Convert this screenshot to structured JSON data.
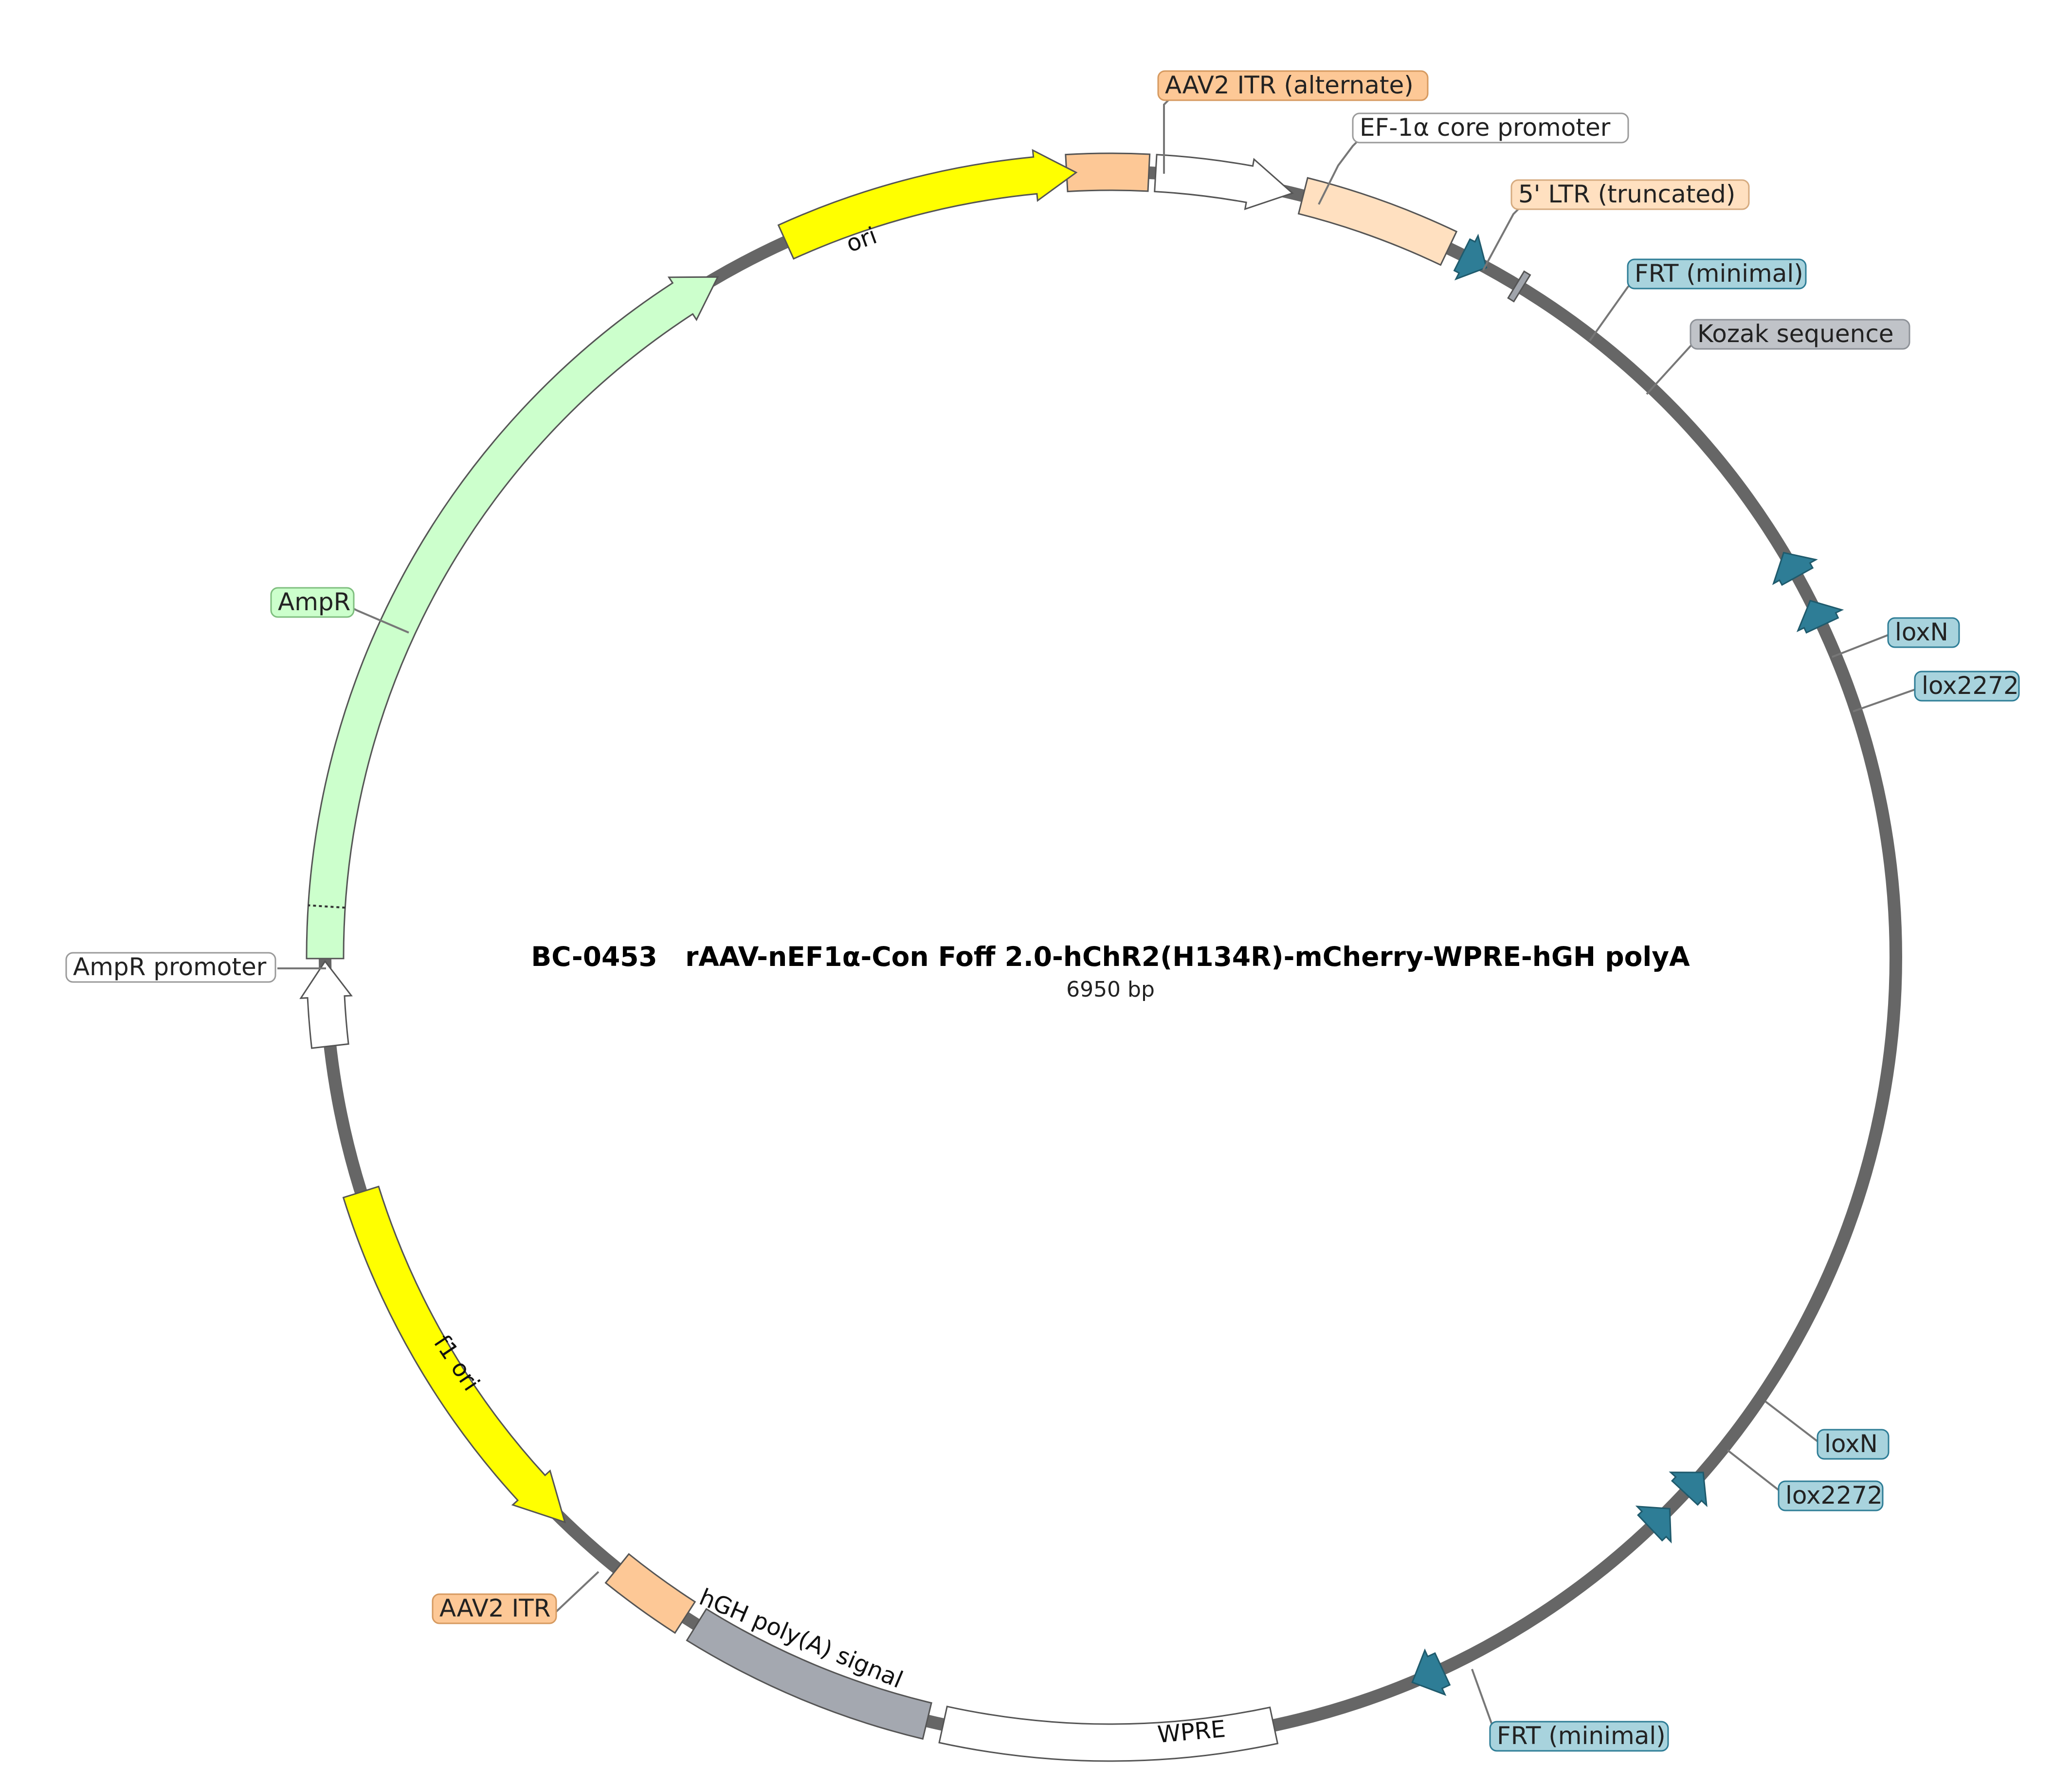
{
  "plasmid": {
    "name": "BC-0453   rAAV-nEF1α-Con Foff 2.0-hChR2(H134R)-mCherry-WPRE-hGH polyA",
    "length_label": "6950 bp"
  },
  "colors": {
    "backbone": "#666666",
    "itr": "#fdc896",
    "promoter": "#ffffff",
    "ltr": "#ffe0c0",
    "recomb": "#2e7d96",
    "recomb_label_bg": "#a8d3dd",
    "kozak": "#a0a4ab",
    "ori": "#ffff00",
    "ampr": "#ccffcc",
    "polyA": "#a4a8b0",
    "wpre": "#ffffff"
  },
  "features": [
    {
      "name": "AAV2 ITR (alternate)",
      "kind": "ITR",
      "color": "#fdc896",
      "direction": "none"
    },
    {
      "name": "EF-1α core promoter",
      "kind": "promoter",
      "color": "#ffffff",
      "direction": "forward"
    },
    {
      "name": "5' LTR (truncated)",
      "kind": "LTR",
      "color": "#ffe0c0",
      "direction": "none"
    },
    {
      "name": "FRT (minimal)",
      "kind": "recombination site",
      "color": "#2e7d96",
      "direction": "forward"
    },
    {
      "name": "Kozak sequence",
      "kind": "misc",
      "color": "#a0a4ab",
      "direction": "none"
    },
    {
      "name": "loxN",
      "kind": "recombination site",
      "color": "#2e7d96",
      "direction": "reverse"
    },
    {
      "name": "lox2272",
      "kind": "recombination site",
      "color": "#2e7d96",
      "direction": "reverse"
    },
    {
      "name": "loxN",
      "kind": "recombination site",
      "color": "#2e7d96",
      "direction": "reverse"
    },
    {
      "name": "lox2272",
      "kind": "recombination site",
      "color": "#2e7d96",
      "direction": "reverse"
    },
    {
      "name": "FRT (minimal)",
      "kind": "recombination site",
      "color": "#2e7d96",
      "direction": "forward"
    },
    {
      "name": "WPRE",
      "kind": "regulatory",
      "color": "#ffffff",
      "direction": "none"
    },
    {
      "name": "hGH poly(A) signal",
      "kind": "polyA",
      "color": "#a4a8b0",
      "direction": "none"
    },
    {
      "name": "AAV2 ITR",
      "kind": "ITR",
      "color": "#fdc896",
      "direction": "none"
    },
    {
      "name": "f1 ori",
      "kind": "origin",
      "color": "#ffff00",
      "direction": "reverse"
    },
    {
      "name": "AmpR promoter",
      "kind": "promoter",
      "color": "#ffffff",
      "direction": "forward"
    },
    {
      "name": "AmpR",
      "kind": "CDS",
      "color": "#ccffcc",
      "direction": "forward"
    },
    {
      "name": "ori",
      "kind": "origin",
      "color": "#ffff00",
      "direction": "forward"
    }
  ]
}
